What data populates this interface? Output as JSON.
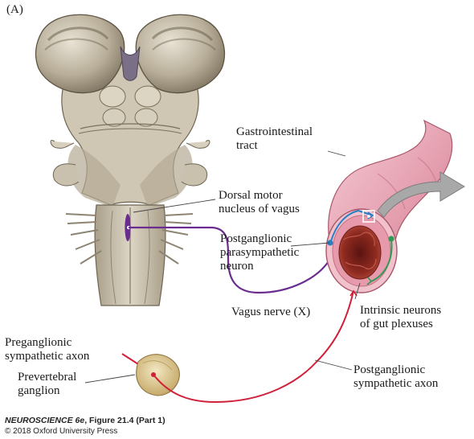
{
  "panel_label": "(A)",
  "labels": {
    "gi_tract": [
      "Gastrointestinal",
      "tract"
    ],
    "dorsal_motor": [
      "Dorsal motor",
      "nucleus of vagus"
    ],
    "postganglionic_para": [
      "Postganglionic",
      "parasympathetic",
      "neuron"
    ],
    "vagus": [
      "Vagus nerve (X)"
    ],
    "intrinsic": [
      "Intrinsic neurons",
      "of gut plexuses"
    ],
    "preganglionic": [
      "Preganglionic",
      "sympathetic axon"
    ],
    "prevertebral": [
      "Prevertebral",
      "ganglion"
    ],
    "postganglionic_symp": [
      "Postganglionic",
      "sympathetic axon"
    ]
  },
  "credit": {
    "book_title": "NEUROSCIENCE 6e",
    "figure_ref": ", Figure 21.4 (Part 1)",
    "copyright": "© 2018 Oxford University Press"
  },
  "colors": {
    "vagus_pathway": "#6a2c8e",
    "sympathetic_pathway": "#d0203a",
    "parasympathetic_postganglionic": "#2a7fc4",
    "intrinsic_neuron": "#2f9a55",
    "gut": "#e7a7b5",
    "brainstem": "#c9c0ad",
    "ganglion": "#d9c48e"
  }
}
